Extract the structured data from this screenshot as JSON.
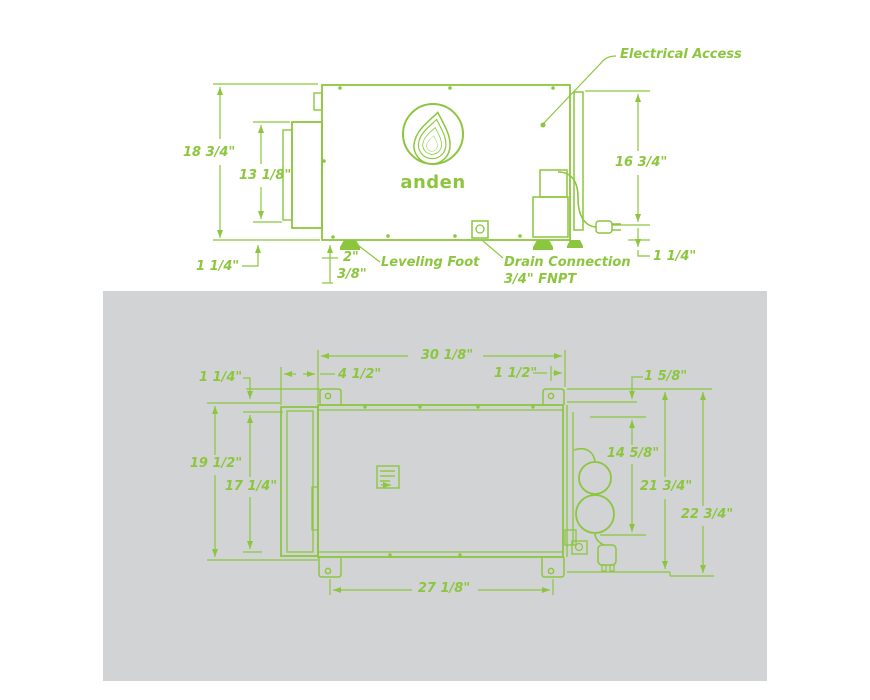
{
  "brand": {
    "logo_text": "anden",
    "accent_color": "#8cc63e",
    "panel_color": "#d2d3d5"
  },
  "side_view": {
    "electrical_access_label": "Electrical Access",
    "overall_height": "18 3/4\"",
    "collar_height": "13 1/8\"",
    "right_height": "16 3/4\"",
    "foot_height_left": "1 1/4\"",
    "foot_height_right": "1 1/4\"",
    "foot_offset": "2\"",
    "foot_adjust": "3/8\"",
    "leveling_foot_label": "Leveling Foot",
    "drain_label": "Drain Connection",
    "drain_spec": "3/4\" FNPT"
  },
  "plan_view": {
    "overall_width": "30 1/8\"",
    "collar_depth": "4 1/2\"",
    "bracket_offset_left": "1 1/4\"",
    "bracket_hole_to_edge": "1 1/2\"",
    "panel_offset": "1 5/8\"",
    "overall_depth": "19 1/2\"",
    "body_depth": "17 1/4\"",
    "cord_height": "14 5/8\"",
    "depth_to_body": "21 3/4\"",
    "depth_total": "22 3/4\"",
    "mount_hole_spacing": "27 1/8\""
  }
}
